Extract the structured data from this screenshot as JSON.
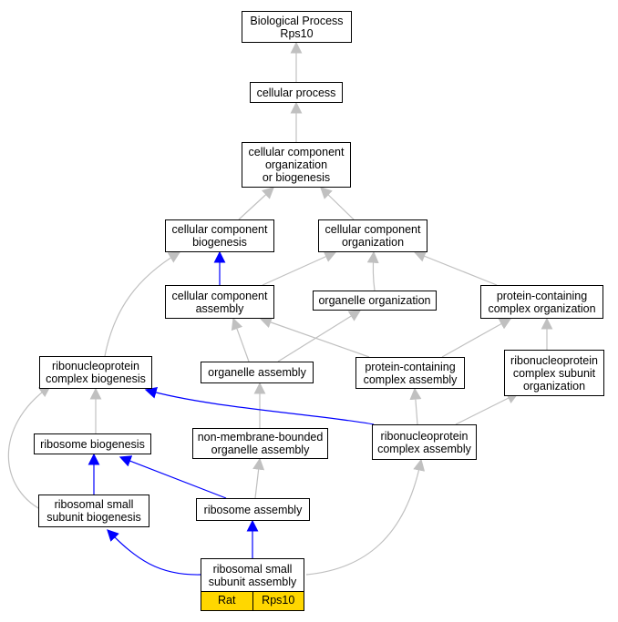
{
  "nodes": {
    "biological_process": [
      "Biological Process",
      "Rps10"
    ],
    "cellular_process": [
      "cellular process"
    ],
    "ccob": [
      "cellular component",
      "organization",
      "or biogenesis"
    ],
    "cc_biogenesis": [
      "cellular component",
      "biogenesis"
    ],
    "cc_organization": [
      "cellular component",
      "organization"
    ],
    "cc_assembly": [
      "cellular component",
      "assembly"
    ],
    "organelle_organization": [
      "organelle organization"
    ],
    "pc_organization": [
      "protein-containing",
      "complex organization"
    ],
    "rnp_biogenesis": [
      "ribonucleoprotein",
      "complex biogenesis"
    ],
    "organelle_assembly": [
      "organelle assembly"
    ],
    "pc_assembly": [
      "protein-containing",
      "complex assembly"
    ],
    "rnp_subunit_org": [
      "ribonucleoprotein",
      "complex subunit",
      "organization"
    ],
    "ribosome_biogenesis": [
      "ribosome biogenesis"
    ],
    "nmb_assembly": [
      "non-membrane-bounded",
      "organelle assembly"
    ],
    "rnp_assembly": [
      "ribonucleoprotein",
      "complex assembly"
    ],
    "rss_biogenesis": [
      "ribosomal small",
      "subunit biogenesis"
    ],
    "ribosome_assembly": [
      "ribosome assembly"
    ],
    "rss_assembly": [
      "ribosomal small",
      "subunit assembly"
    ]
  },
  "tags": {
    "species": "Rat",
    "gene": "Rps10"
  },
  "colors": {
    "is_a_edge": "#c0c0c0",
    "part_of_edge": "#0000ff",
    "highlight": "#ffd700"
  }
}
